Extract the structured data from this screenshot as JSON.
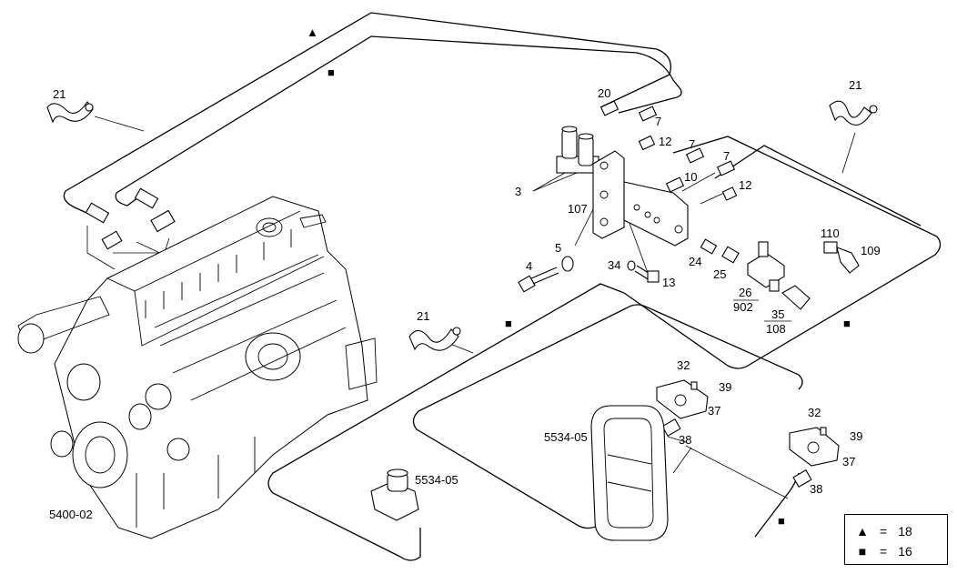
{
  "labels": {
    "tri_top": "▲",
    "sq_top": "■",
    "sq_mid": "■",
    "sq_right": "■",
    "sq_bottom": "■",
    "p21_a": "21",
    "p21_b": "21",
    "p21_c": "21",
    "p20": "20",
    "p7_a": "7",
    "p7_b": "7",
    "p7_c": "7",
    "p12_a": "12",
    "p12_b": "12",
    "p10": "10",
    "p3": "3",
    "p107": "107",
    "p5": "5",
    "p4": "4",
    "p34": "34",
    "p13": "13",
    "p24": "24",
    "p25": "25",
    "p26": "26",
    "p902": "902",
    "p35": "35",
    "p108": "108",
    "p110": "110",
    "p109": "109",
    "p32_a": "32",
    "p39_a": "39",
    "p37_a": "37",
    "p38_a": "38",
    "p32_b": "32",
    "p39_b": "39",
    "p37_b": "37",
    "p38_b": "38",
    "grp_5534_05_a": "5534-05",
    "grp_5534_05_b": "5534-05",
    "grp_5400_02": "5400-02"
  },
  "legend": [
    {
      "symbol": "▲",
      "equals": "=",
      "value": "18"
    },
    {
      "symbol": "■",
      "equals": "=",
      "value": "16"
    }
  ]
}
